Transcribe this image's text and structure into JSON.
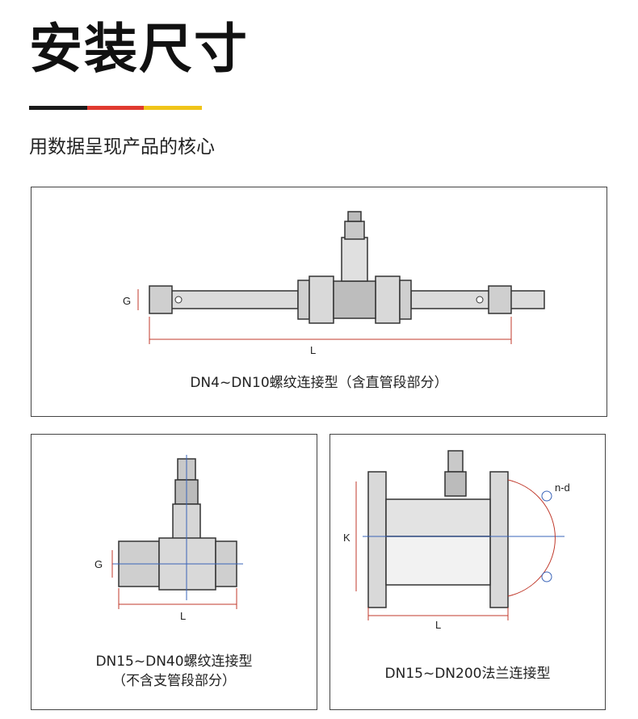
{
  "header": {
    "title": "安装尺寸",
    "subtitle": "用数据呈现产品的核心",
    "accent_colors": [
      "#1a1a1a",
      "#e03a2f",
      "#f0c419"
    ]
  },
  "panels": [
    {
      "caption": "DN4~DN10螺纹连接型（含直管段部分）",
      "labels": {
        "g": "G",
        "l": "L"
      }
    },
    {
      "caption_line1": "DN15~DN40螺纹连接型",
      "caption_line2": "（不含支管段部分）",
      "labels": {
        "g": "G",
        "l": "L"
      }
    },
    {
      "caption": "DN15~DN200法兰连接型",
      "labels": {
        "k": "K",
        "l": "L",
        "nd": "n-d"
      }
    }
  ]
}
